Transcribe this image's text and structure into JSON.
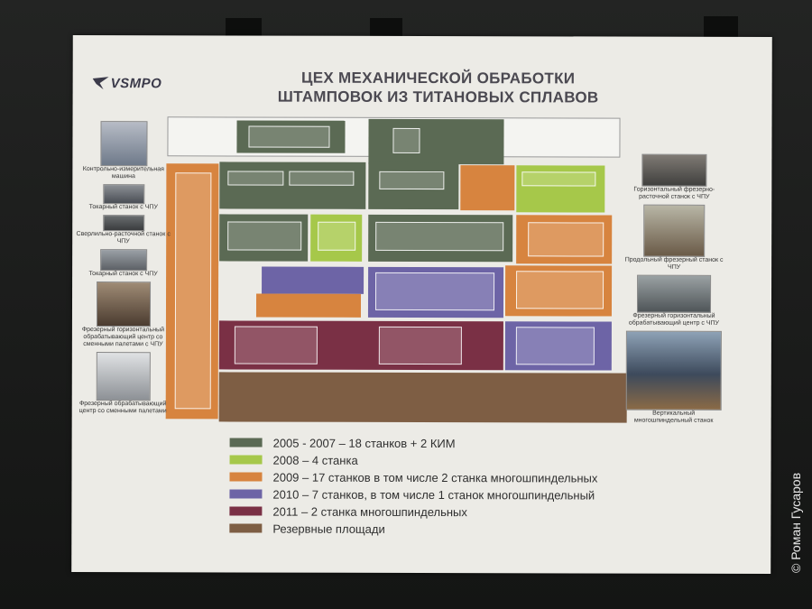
{
  "poster": {
    "logo_text": "VSMPO",
    "title_line1": "ЦЕХ МЕХАНИЧЕСКОЙ ОБРАБОТКИ",
    "title_line2": "ШТАМПОВОК ИЗ ТИТАНОВЫХ СПЛАВОВ"
  },
  "left_photos": [
    {
      "caption": "Контрольно-измерительная машина",
      "icon": "cmm-machine-photo"
    },
    {
      "caption": "Токарный станок с ЧПУ",
      "icon": "lathe-photo"
    },
    {
      "caption": "Сверлильно-расточной станок с ЧПУ",
      "icon": "drilling-machine-photo"
    },
    {
      "caption": "Токарный станок с ЧПУ",
      "icon": "cnc-lathe-photo"
    },
    {
      "caption": "Фрезерный горизонтальный обрабатывающий центр со сменными палетами с ЧПУ",
      "icon": "horizontal-center-photo"
    },
    {
      "caption": "Фрезерный обрабатывающий центр со сменными палетами",
      "icon": "milling-center-photo"
    }
  ],
  "right_photos": [
    {
      "caption": "Горизонтальный фрезерно-расточной станок с ЧПУ",
      "icon": "boring-mill-photo"
    },
    {
      "caption": "Продольный фрезерный станок с ЧПУ",
      "icon": "gantry-mill-photo"
    },
    {
      "caption": "Фрезерный горизонтальный обрабатывающий центр с ЧПУ",
      "icon": "horizontal-mill-photo"
    },
    {
      "caption": "Вертикальный многошпиндельный станок",
      "icon": "multispindle-machine-photo"
    }
  ],
  "legend": [
    {
      "color": "#5b6a54",
      "label": "2005 - 2007 – 18 станков + 2 КИМ"
    },
    {
      "color": "#a6c84a",
      "label": "2008 –  4 станка"
    },
    {
      "color": "#d7843f",
      "label": "2009 – 17 станков в том числе 2 станка многошпиндельных"
    },
    {
      "color": "#6d64a6",
      "label": "2010 – 7 станков, в том числе 1 станок многошпиндельный"
    },
    {
      "color": "#7a3045",
      "label": "2011 – 2 станка многошпиндельных"
    },
    {
      "color": "#7e5e44",
      "label": "Резервные площади"
    }
  ],
  "credit": "© Роман Гусаров"
}
